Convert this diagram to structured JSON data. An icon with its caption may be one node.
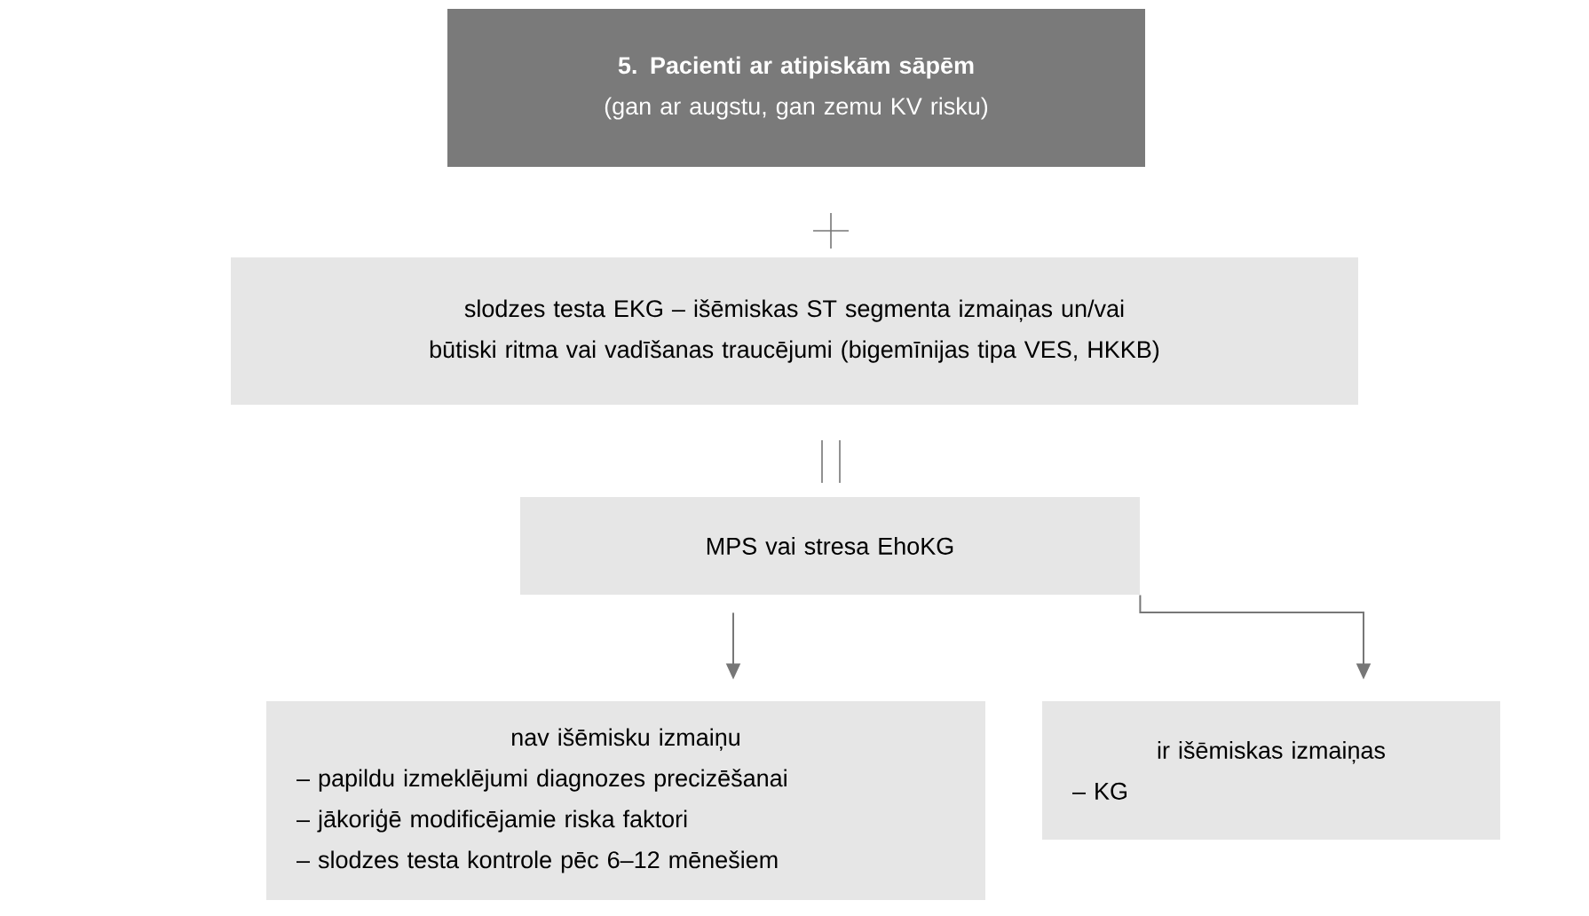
{
  "diagram": {
    "nodes": [
      {
        "text": [
          "5. Pacienti ar atipiskām sāpēm",
          "(gan ar augstu, gan zemu KV risku)"
        ]
      },
      {
        "text": [
          "slodzes testa EKG – išēmiskas ST segmenta izmaiņas un/vai būtiski ritma vai vadīšanas traucējumi (bigemīnijas tipa VES, HKKB)"
        ]
      },
      {
        "text": [
          "MPS vai stresa EhoKG"
        ]
      },
      {
        "text": [
          "nav išēmisku izmaiņu",
          "– papildu izmeklējumi diagnozes precizēšanai",
          "– jākoriģē modificējamie riska faktori",
          "– slodzes testa kontrole pēc 6–12 mēnešiem"
        ]
      },
      {
        "text": [
          "ir išēmiskas izmaiņas",
          "– KG"
        ]
      }
    ],
    "edges": [
      {
        "from": 2,
        "to": 3,
        "arrow": "to"
      },
      {
        "from": 2,
        "to": 4,
        "arrow": "to"
      }
    ]
  }
}
